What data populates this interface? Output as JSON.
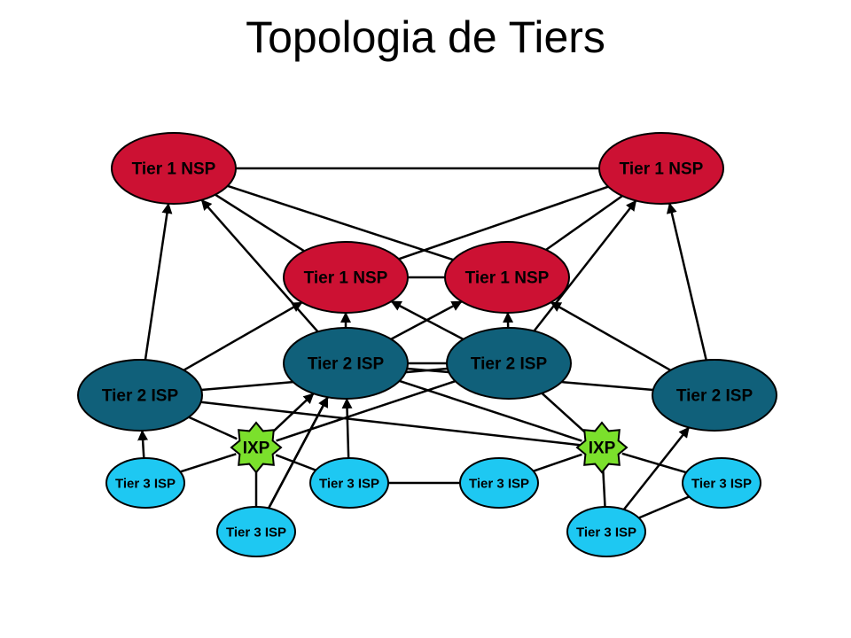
{
  "page": {
    "title": "Topologia de Tiers"
  },
  "colors": {
    "tier1": "#cc1133",
    "tier2": "#10607a",
    "tier3": "#1ec8f2",
    "ixp": "#7be02c",
    "edge": "#000000"
  },
  "nodes": [
    {
      "id": "t1a",
      "kind": "tier1",
      "label": "Tier 1 NSP"
    },
    {
      "id": "t1b",
      "kind": "tier1",
      "label": "Tier 1 NSP"
    },
    {
      "id": "t1c",
      "kind": "tier1",
      "label": "Tier 1 NSP"
    },
    {
      "id": "t1d",
      "kind": "tier1",
      "label": "Tier 1 NSP"
    },
    {
      "id": "t2a",
      "kind": "tier2",
      "label": "Tier 2 ISP"
    },
    {
      "id": "t2b",
      "kind": "tier2",
      "label": "Tier 2 ISP"
    },
    {
      "id": "t2c",
      "kind": "tier2",
      "label": "Tier 2 ISP"
    },
    {
      "id": "t2d",
      "kind": "tier2",
      "label": "Tier 2 ISP"
    },
    {
      "id": "ixp1",
      "kind": "ixp",
      "label": "IXP"
    },
    {
      "id": "ixp2",
      "kind": "ixp",
      "label": "IXP"
    },
    {
      "id": "t3a",
      "kind": "tier3",
      "label": "Tier 3 ISP"
    },
    {
      "id": "t3b",
      "kind": "tier3",
      "label": "Tier 3 ISP"
    },
    {
      "id": "t3c",
      "kind": "tier3",
      "label": "Tier 3 ISP"
    },
    {
      "id": "t3d",
      "kind": "tier3",
      "label": "Tier 3 ISP"
    },
    {
      "id": "t3e",
      "kind": "tier3",
      "label": "Tier 3 ISP"
    },
    {
      "id": "t3f",
      "kind": "tier3",
      "label": "Tier 3 ISP"
    }
  ],
  "edges": [
    {
      "from": "t1a",
      "to": "t1b",
      "arrow": false
    },
    {
      "from": "t1a",
      "to": "t1d",
      "arrow": false
    },
    {
      "from": "t1a",
      "to": "t1c",
      "arrow": false
    },
    {
      "from": "t1b",
      "to": "t1c",
      "arrow": false
    },
    {
      "from": "t1b",
      "to": "t1d",
      "arrow": false
    },
    {
      "from": "t1c",
      "to": "t1d",
      "arrow": false
    },
    {
      "from": "t2b",
      "to": "t2c",
      "arrow": false
    },
    {
      "from": "t2a",
      "to": "t2c",
      "arrow": false
    },
    {
      "from": "t2b",
      "to": "t2d",
      "arrow": false
    },
    {
      "from": "t2a",
      "to": "t1a",
      "arrow": true
    },
    {
      "from": "t2a",
      "to": "t1c",
      "arrow": true
    },
    {
      "from": "t2b",
      "to": "t1a",
      "arrow": true
    },
    {
      "from": "t2b",
      "to": "t1c",
      "arrow": true
    },
    {
      "from": "t2b",
      "to": "t1d",
      "arrow": true
    },
    {
      "from": "t2c",
      "to": "t1b",
      "arrow": true
    },
    {
      "from": "t2c",
      "to": "t1d",
      "arrow": true
    },
    {
      "from": "t2c",
      "to": "t1c",
      "arrow": true
    },
    {
      "from": "t2d",
      "to": "t1b",
      "arrow": true
    },
    {
      "from": "t2d",
      "to": "t1d",
      "arrow": true
    },
    {
      "from": "t3a",
      "to": "t2a",
      "arrow": true
    },
    {
      "from": "t3b",
      "to": "t2b",
      "arrow": true
    },
    {
      "from": "t3e",
      "to": "t2b",
      "arrow": true
    },
    {
      "from": "t3e",
      "to": "t2b",
      "arrow": true
    },
    {
      "from": "ixp1",
      "to": "t2b",
      "arrow": true
    },
    {
      "from": "t3f",
      "to": "t2d",
      "arrow": true
    },
    {
      "from": "t2a",
      "to": "ixp1",
      "arrow": false
    },
    {
      "from": "ixp1",
      "to": "t3a",
      "arrow": false
    },
    {
      "from": "ixp1",
      "to": "t3b",
      "arrow": false
    },
    {
      "from": "ixp1",
      "to": "t3e",
      "arrow": false
    },
    {
      "from": "ixp1",
      "to": "t2c",
      "arrow": false
    },
    {
      "from": "t2a",
      "to": "ixp2",
      "arrow": false
    },
    {
      "from": "t2b",
      "to": "ixp2",
      "arrow": false
    },
    {
      "from": "t2c",
      "to": "ixp2",
      "arrow": false
    },
    {
      "from": "ixp2",
      "to": "t3c",
      "arrow": false
    },
    {
      "from": "ixp2",
      "to": "t3d",
      "arrow": false
    },
    {
      "from": "ixp2",
      "to": "t3f",
      "arrow": false
    },
    {
      "from": "t3b",
      "to": "t3c",
      "arrow": false
    },
    {
      "from": "t3d",
      "to": "t3f",
      "arrow": false
    }
  ]
}
